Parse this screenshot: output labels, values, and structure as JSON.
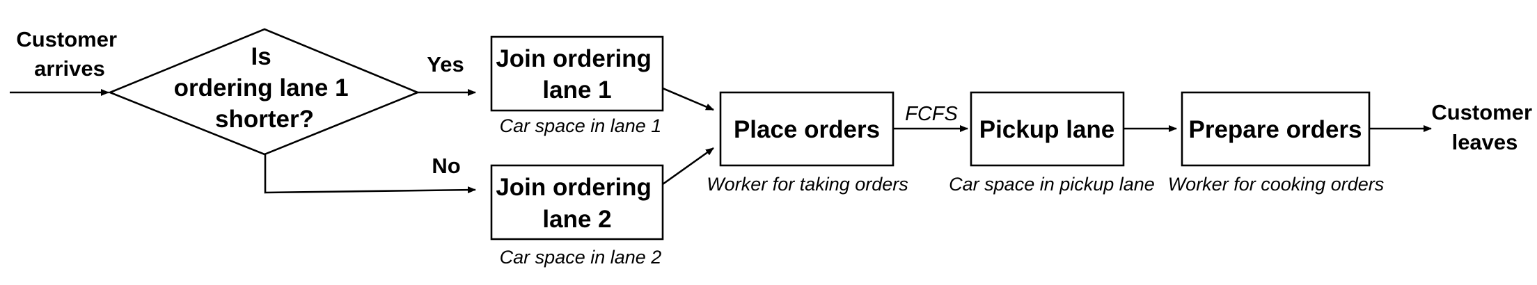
{
  "start": {
    "lines": [
      "Customer",
      "arrives"
    ]
  },
  "decision": {
    "lines": [
      "Is",
      "ordering lane 1",
      "shorter?"
    ]
  },
  "branch_yes": "Yes",
  "branch_no": "No",
  "lane1": {
    "lines": [
      "Join ordering",
      "lane 1"
    ],
    "resource": "Car space in lane 1"
  },
  "lane2": {
    "lines": [
      "Join ordering",
      "lane 2"
    ],
    "resource": "Car space in lane 2"
  },
  "place": {
    "title": "Place orders",
    "resource": "Worker for taking orders"
  },
  "fcfs": "FCFS",
  "pickup": {
    "title": "Pickup lane",
    "resource": "Car space in pickup lane"
  },
  "prepare": {
    "title": "Prepare orders",
    "resource": "Worker for cooking orders"
  },
  "end": {
    "lines": [
      "Customer",
      "leaves"
    ]
  }
}
